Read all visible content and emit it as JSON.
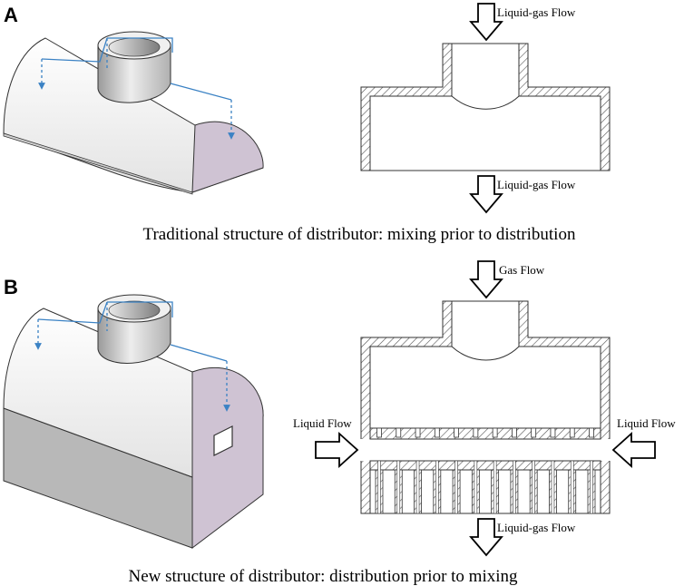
{
  "panel_a": {
    "letter": "A",
    "top_flow_label": "Liquid-gas Flow",
    "bottom_flow_label": "Liquid-gas Flow",
    "caption": "Traditional structure of distributor: mixing prior to distribution"
  },
  "panel_b": {
    "letter": "B",
    "top_flow_label": "Gas Flow",
    "left_flow_label": "Liquid Flow",
    "right_flow_label": "Liquid Flow",
    "bottom_flow_label": "Liquid-gas Flow",
    "caption": "New structure of distributor: distribution prior to mixing"
  },
  "colors": {
    "body_light": "#f4f4f4",
    "body_side": "#cfc3d3",
    "body_lower": "#b8b8b8",
    "hatch": "#555555",
    "arrow_blue": "#3b82c4"
  }
}
